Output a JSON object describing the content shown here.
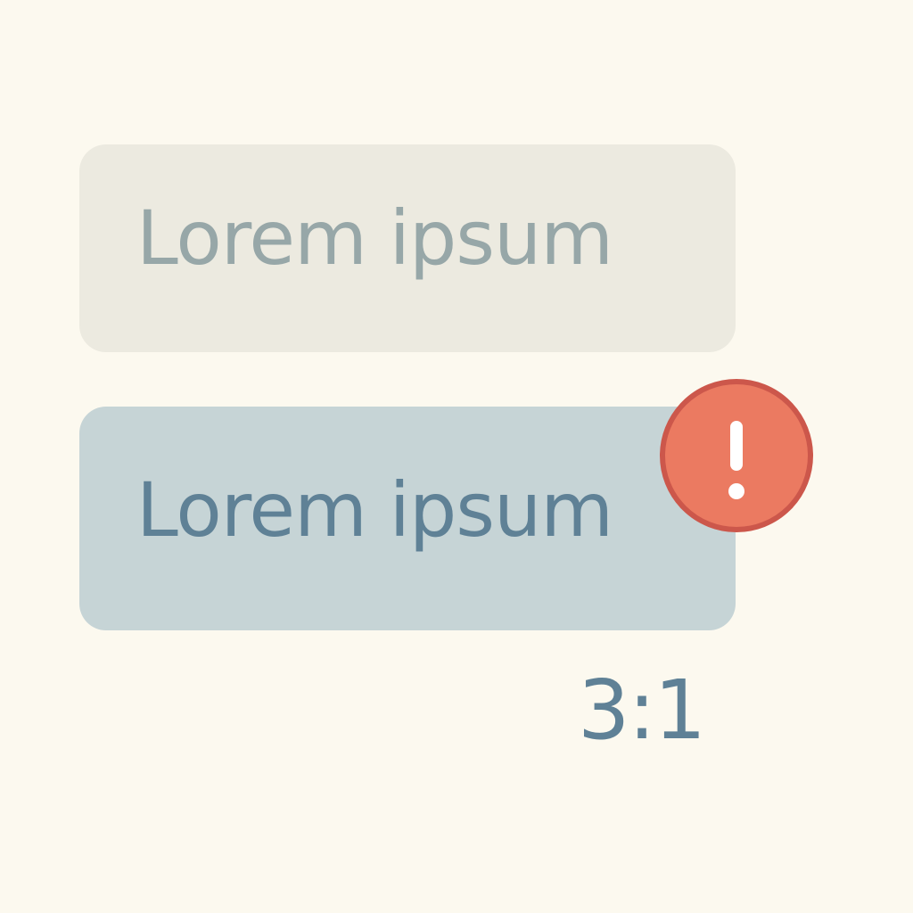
{
  "inactive_box": {
    "text": "Lorem ipsum"
  },
  "active_box": {
    "text": "Lorem ipsum"
  },
  "alert_badge": {
    "icon": "exclamation-icon",
    "color": "#eb7a61",
    "border_color": "#cc574b"
  },
  "ratio": {
    "text": "3:1"
  },
  "colors": {
    "background": "#fcf9ef",
    "inactive_fill": "#eceae0",
    "inactive_text": "#97a7a8",
    "active_fill": "#c6d4d6",
    "active_text": "#5f8196"
  }
}
